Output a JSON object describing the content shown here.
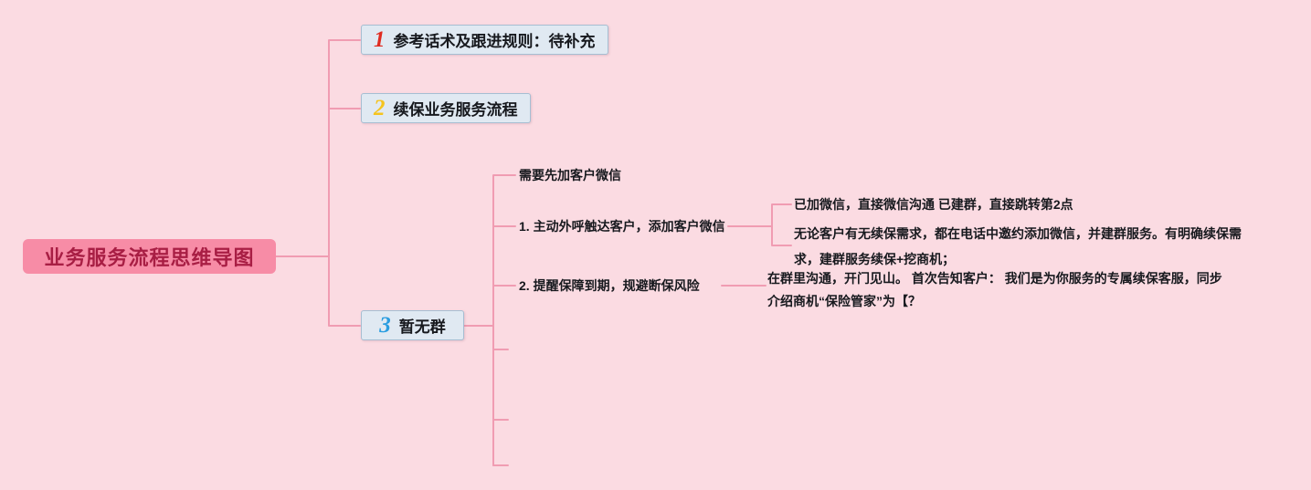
{
  "mindmap": {
    "root": {
      "label": "业务服务流程思维导图"
    },
    "branches": [
      {
        "number": "1",
        "label": "参考话术及跟进规则：待补充"
      },
      {
        "number": "2",
        "label": "续保业务服务流程"
      },
      {
        "number": "3",
        "label": "暂无群"
      }
    ],
    "branch3_children": [
      {
        "label": "需要先加客户微信"
      },
      {
        "label": "1. 主动外呼触达客户，添加客户微信"
      },
      {
        "label": "2. 提醒保障到期，规避断保风险"
      }
    ],
    "detail_notes": [
      {
        "label": "已加微信，直接微信沟通 已建群，直接跳转第2点"
      },
      {
        "label": "无论客户有无续保需求，都在电话中邀约添加微信，并建群服务。有明确续保需\n求，建群服务续保+挖商机；"
      },
      {
        "label": "在群里沟通，开门见山。 首次告知客户： 我们是为你服务的专属续保客服，同步\n介绍商机“保险管家”为【？"
      }
    ],
    "colors": {
      "background": "#fbdbe2",
      "line": "#f09cb2",
      "root_bg": "#f78ca6",
      "root_text": "#a81e44",
      "branch_bg": "#e0e9f2",
      "branch_border": "#a6bed2",
      "number_1": "#e02b20",
      "number_2": "#f5c41f",
      "number_3": "#2a9de0",
      "node_text": "#17191e"
    }
  }
}
